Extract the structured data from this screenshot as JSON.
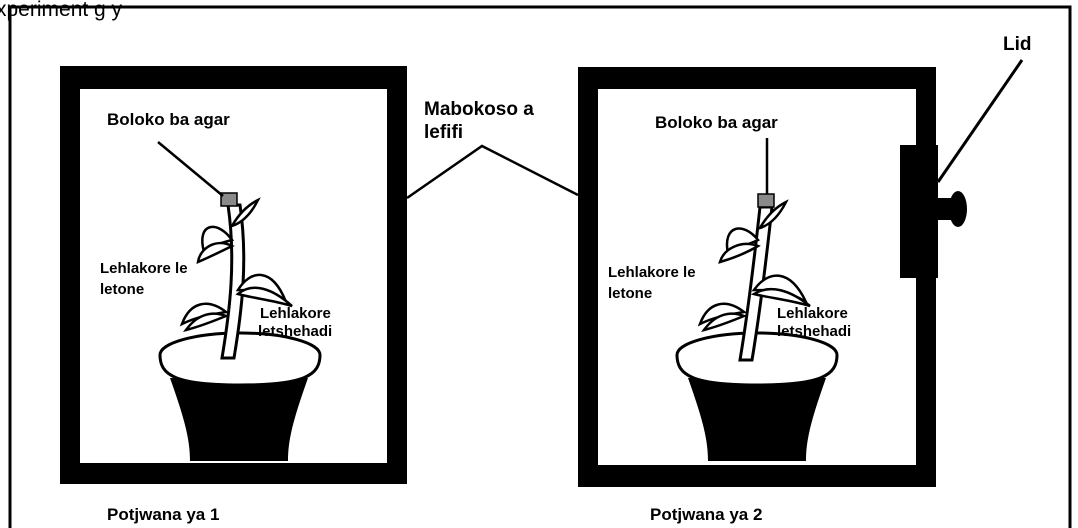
{
  "top_partial_text": "xperiment g y",
  "lid_label": "Lid",
  "boxes_label": {
    "line1": "Mabokoso a",
    "line2": "lefifi"
  },
  "pots": [
    {
      "agar_label": "Boloko ba agar",
      "left_side": {
        "line1": "Lehlakore le",
        "line2": "letone"
      },
      "right_side": {
        "line1": "Lehlakore",
        "line2": "letshehadi"
      },
      "caption": "Potjwana ya 1"
    },
    {
      "agar_label": "Boloko ba agar",
      "left_side": {
        "line1": "Lehlakore le",
        "line2": "letone"
      },
      "right_side": {
        "line1": "Lehlakore",
        "line2": "letshehadi"
      },
      "caption": "Potjwana ya 2"
    }
  ],
  "colors": {
    "ink": "#000000",
    "agar_block": "#8a8a8a",
    "paper": "#ffffff"
  }
}
